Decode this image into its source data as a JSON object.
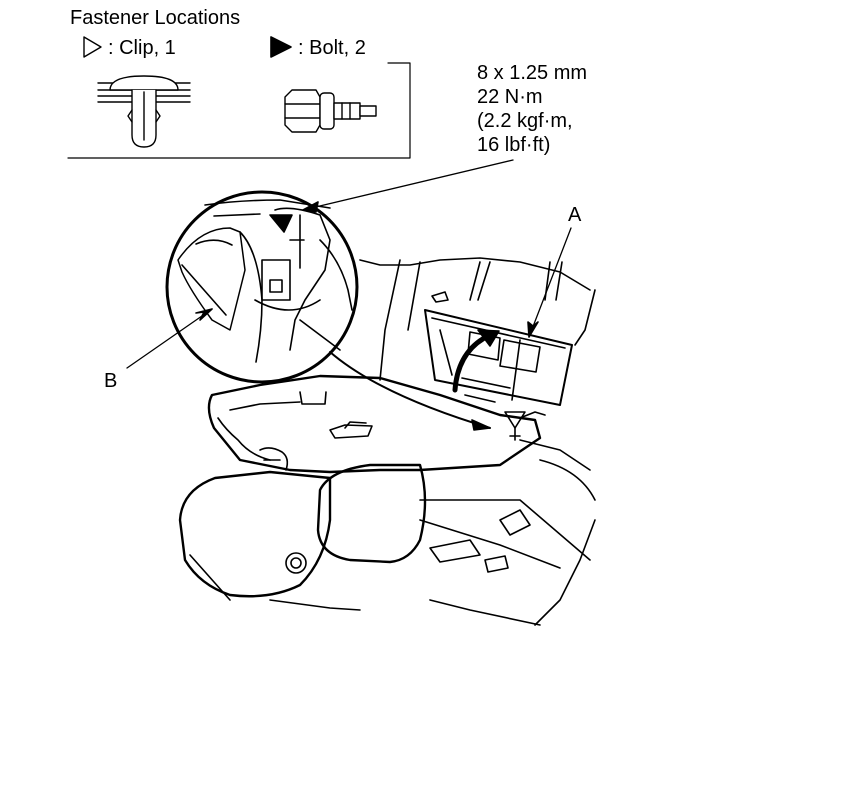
{
  "legend": {
    "title": "Fastener Locations",
    "clip_label": ": Clip, 1",
    "bolt_label": ": Bolt, 2"
  },
  "spec": {
    "size": "8 x 1.25 mm",
    "torque_nm": "22 N·m",
    "torque_kgf": "(2.2 kgf·m,",
    "torque_lbf": "16 lbf·ft)"
  },
  "labels": {
    "a": "A",
    "b": "B"
  },
  "icons": {
    "clip": "open-triangle-icon",
    "bolt": "filled-triangle-icon"
  }
}
